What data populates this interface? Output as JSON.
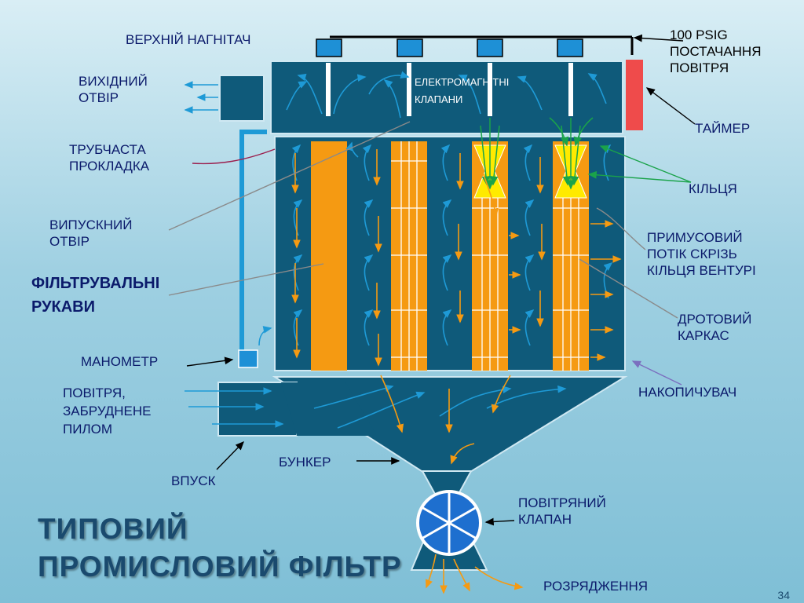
{
  "labels": {
    "top_blower": "ВЕРХНІЙ НАГНІТАЧ",
    "air_supply_1": "100 PSIG",
    "air_supply_2": "ПОСТАЧАННЯ",
    "air_supply_3": "ПОВІТРЯ",
    "outlet_1": "ВИХІДНИЙ",
    "outlet_2": "ОТВІР",
    "solenoid_1": "ЕЛЕКТРОМАГНІТНІ",
    "solenoid_2": "КЛАПАНИ",
    "timer": "ТАЙМЕР",
    "tube_sheet_1": "ТРУБЧАСТА",
    "tube_sheet_2": "ПРОКЛАДКА",
    "rings": "КІЛЬЦЯ",
    "exhaust_1": "ВИПУСКНИЙ",
    "exhaust_2": "ОТВІР",
    "forced_flow_1": "ПРИМУСОВИЙ",
    "forced_flow_2": "ПОТІК СКРІЗЬ",
    "forced_flow_3": "КІЛЬЦЯ ВЕНТУРІ",
    "filter_bags_1": "ФІЛЬТРУВАЛЬНІ",
    "filter_bags_2": "РУКАВИ",
    "wire_cage_1": "ДРОТОВИЙ",
    "wire_cage_2": "КАРКАС",
    "manometer": "МАНОМЕТР",
    "accumulator": "НАКОПИЧУВАЧ",
    "dirty_air_1": "ПОВІТРЯ,",
    "dirty_air_2": "ЗАБРУДНЕНЕ",
    "dirty_air_3": "ПИЛОМ",
    "hopper": "БУНКЕР",
    "inlet": "ВПУСК",
    "airlock_1": "ПОВІТРЯНИЙ",
    "airlock_2": "КЛАПАН",
    "discharge": "РОЗРЯДЖЕННЯ"
  },
  "title_line1": "ТИПОВИЙ",
  "title_line2": "ПРОМИСЛОВИЙ ФІЛЬТР",
  "page_number": "34",
  "colors": {
    "housing": "#0f5a7a",
    "bag": "#f59a12",
    "venturi": "#ffea00",
    "valve_box": "#1e90d6",
    "timer": "#ef4b4b",
    "airflow_arrow": "#1e9ad6",
    "dust_arrow": "#f59a12"
  }
}
